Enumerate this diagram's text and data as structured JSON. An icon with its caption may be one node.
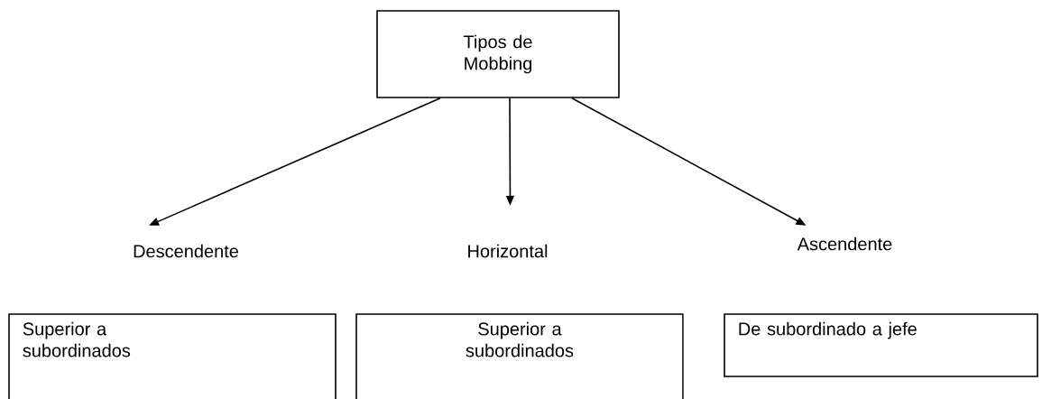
{
  "diagram": {
    "nodes": [
      {
        "text": [
          "Tipos de Mobbing"
        ]
      },
      {
        "text": [
          "Descendente"
        ]
      },
      {
        "text": [
          "Horizontal"
        ]
      },
      {
        "text": [
          "Ascendente"
        ]
      },
      {
        "text": [
          "Superior a subordinados"
        ]
      },
      {
        "text": [
          "Superior a subordinados"
        ]
      },
      {
        "text": [
          "De subordinado a jefe"
        ]
      }
    ],
    "edges": [
      {
        "from": 0,
        "to": 1,
        "arrow": "to"
      },
      {
        "from": 0,
        "to": 2,
        "arrow": "to"
      },
      {
        "from": 0,
        "to": 3,
        "arrow": "to"
      }
    ]
  }
}
